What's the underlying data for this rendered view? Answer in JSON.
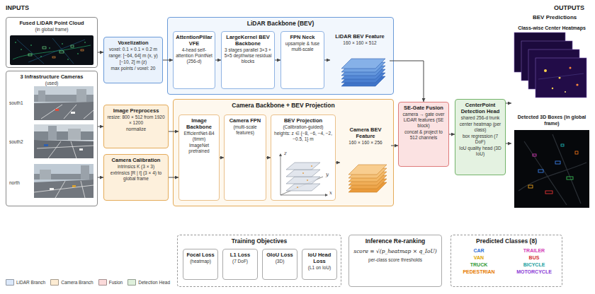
{
  "diagram": {
    "nodes": [
      {
        "text": [
          "Fused LiDAR Point Cloud",
          "(in global frame)"
        ]
      },
      {
        "text": [
          "3 Infrastructure Cameras",
          "(used)"
        ]
      },
      {
        "text": [
          "Voxelization",
          "voxel: 0.1 × 0.1 × 0.2 m",
          "range: [−64, 64] m (x, y)",
          "[−10, 2] m (z)",
          "max points / voxel: 20"
        ]
      },
      {
        "text": [
          "LiDAR Backbone (BEV)"
        ]
      },
      {
        "text": [
          "AttentionPillar VFE",
          "4-head self-attention PointNet (256-d)"
        ],
        "in": 3
      },
      {
        "text": [
          "LargeKernel BEV Backbone",
          "3 stages parallel 3×3 + 5×5 depthwise residual blocks"
        ],
        "in": 3
      },
      {
        "text": [
          "FPN Neck",
          "upsample & fuse multi-scale"
        ],
        "in": 3
      },
      {
        "text": [
          "LiDAR BEV Feature",
          "160 × 160 × 512"
        ],
        "in": 3
      },
      {
        "text": [
          "Image Preprocess",
          "resize: 800 × 512 from 1920 × 1200",
          "normalize"
        ]
      },
      {
        "text": [
          "Camera Calibration",
          "intrinsics K (3 × 3)",
          "extrinsics [R | t] (3 × 4) to global frame"
        ]
      },
      {
        "text": [
          "Camera Backbone + BEV Projection"
        ]
      },
      {
        "text": [
          "Image Backbone",
          "EfficientNet-B4 (timm)",
          "ImageNet pretrained"
        ],
        "in": 10
      },
      {
        "text": [
          "Camera FPN",
          "(multi-scale features)"
        ],
        "in": 10
      },
      {
        "text": [
          "BEV Projection",
          "(Calibration-guided)",
          "heights: z ∈ {−8, −6, −4, −2, −0.5, 1} m"
        ],
        "in": 10
      },
      {
        "text": [
          "Camera BEV Feature",
          "160 × 160 × 256"
        ],
        "in": 10
      },
      {
        "text": [
          "SE-Gate Fusion",
          "camera → gate over LiDAR features (SE block)",
          "concat & project to 512 channels"
        ]
      },
      {
        "text": [
          "CenterPoint Detection Head",
          "shared 256-d trunk",
          "center heatmap (per class)",
          "box regression (7 DoF)",
          "IoU quality head (3D IoU)"
        ]
      },
      {
        "text": [
          "Class-wise Center Heatmaps"
        ]
      },
      {
        "text": [
          "Detected 3D Boxes (in global frame)"
        ]
      },
      {
        "text": [
          "Training Objectives"
        ]
      },
      {
        "text": [
          "Focal Loss",
          "(heatmap)"
        ],
        "in": 19
      },
      {
        "text": [
          "L1 Loss",
          "(7 DoF)"
        ],
        "in": 19
      },
      {
        "text": [
          "GIoU Loss",
          "(3D)"
        ],
        "in": 19
      },
      {
        "text": [
          "IoU Head Loss",
          "(L1 on IoU)"
        ],
        "in": 19
      },
      {
        "text": [
          "Inference Re-ranking",
          "score = √(p_heatmap × q_IoU)",
          "per-class score thresholds"
        ]
      },
      {
        "text": [
          "Predicted Classes (8)",
          "CAR",
          "TRAILER",
          "VAN",
          "BUS",
          "TRUCK",
          "BICYCLE",
          "PEDESTRIAN",
          "MOTORCYCLE"
        ]
      }
    ],
    "edges": [
      {
        "from": 0,
        "to": 2,
        "arrow": "to"
      },
      {
        "from": 2,
        "to": 4,
        "arrow": "to"
      },
      {
        "from": 4,
        "to": 5,
        "arrow": "to"
      },
      {
        "from": 5,
        "to": 6,
        "arrow": "to"
      },
      {
        "from": 6,
        "to": 7,
        "arrow": "to"
      },
      {
        "from": 7,
        "to": 15,
        "arrow": "to"
      },
      {
        "from": 1,
        "to": 8,
        "arrow": "to"
      },
      {
        "from": 1,
        "to": 9,
        "arrow": "to"
      },
      {
        "from": 8,
        "to": 11,
        "arrow": "to"
      },
      {
        "from": 9,
        "to": 11,
        "arrow": "to"
      },
      {
        "from": 11,
        "to": 12,
        "arrow": "to"
      },
      {
        "from": 12,
        "to": 13,
        "arrow": "to"
      },
      {
        "from": 13,
        "to": 14,
        "arrow": "to"
      },
      {
        "from": 14,
        "to": 15,
        "arrow": "to"
      },
      {
        "from": 15,
        "to": 16,
        "arrow": "to"
      },
      {
        "from": 16,
        "to": 17,
        "arrow": "to"
      },
      {
        "from": 16,
        "to": 18,
        "arrow": "to"
      }
    ],
    "labels": [
      "INPUTS",
      "OUTPUTS",
      "BEV Predictions",
      "south1",
      "south2",
      "north",
      "z",
      "y",
      "x"
    ],
    "legend": [
      {
        "text": "LiDAR Branch",
        "color": "#dce9fb"
      },
      {
        "text": "Camera Branch",
        "color": "#fdecd3"
      },
      {
        "text": "Fusion",
        "color": "#fbdada"
      },
      {
        "text": "Detection Head",
        "color": "#dff0dc"
      }
    ]
  }
}
